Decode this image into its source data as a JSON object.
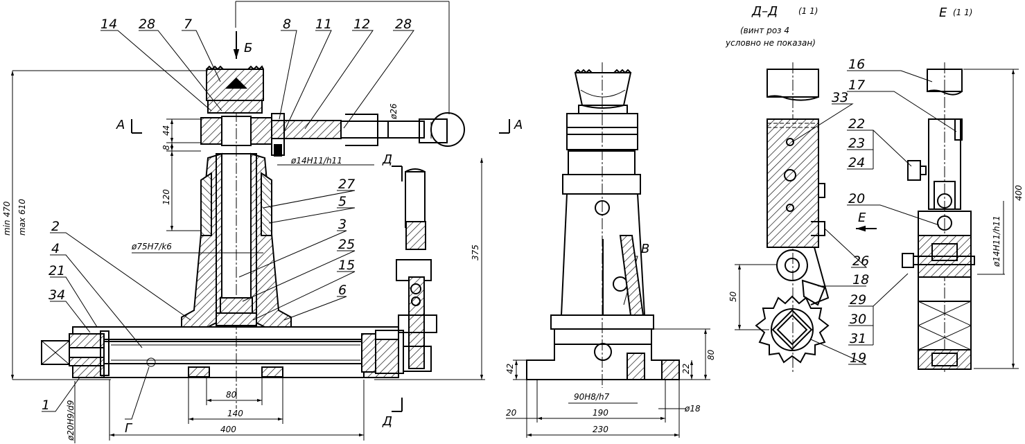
{
  "callouts": [
    "14",
    "28",
    "7",
    "8",
    "11",
    "12",
    "28",
    "27",
    "5",
    "3",
    "25",
    "15",
    "6",
    "2",
    "4",
    "21",
    "34",
    "1",
    "16",
    "17",
    "22",
    "23",
    "24",
    "20",
    "33",
    "26",
    "18",
    "29",
    "30",
    "31",
    "19"
  ],
  "view_labels": {
    "b": "Б",
    "a_left": "А",
    "a_right": "А",
    "d_top": "Д",
    "d_bottom": "Д",
    "v": "В",
    "g": "Г",
    "e_arrow": "Е"
  },
  "section_dd": {
    "title": "Д–Д",
    "scale": "(1 1)",
    "note_line1": "(винт роз 4",
    "note_line2": "условно не показан)"
  },
  "view_e": {
    "title": "Е",
    "scale": "(1 1)"
  },
  "dimensions": {
    "d26": "ø26",
    "d14_top": "ø14H11/h11",
    "d14_right": "ø14H11/h11",
    "d75": "ø75H7/k6",
    "d20": "ø20H9/d9",
    "d18": "ø18",
    "fit90": "90H8/h7",
    "h44": "44",
    "h8": "8",
    "h120": "120",
    "h375": "375",
    "range_min": "min 470",
    "range_max": "max 610",
    "w80": "80",
    "w140": "140",
    "w400": "400",
    "w190": "190",
    "w230": "230",
    "w20": "20",
    "h42": "42",
    "h22": "22",
    "h80": "80",
    "h50": "50",
    "h400": "400"
  }
}
